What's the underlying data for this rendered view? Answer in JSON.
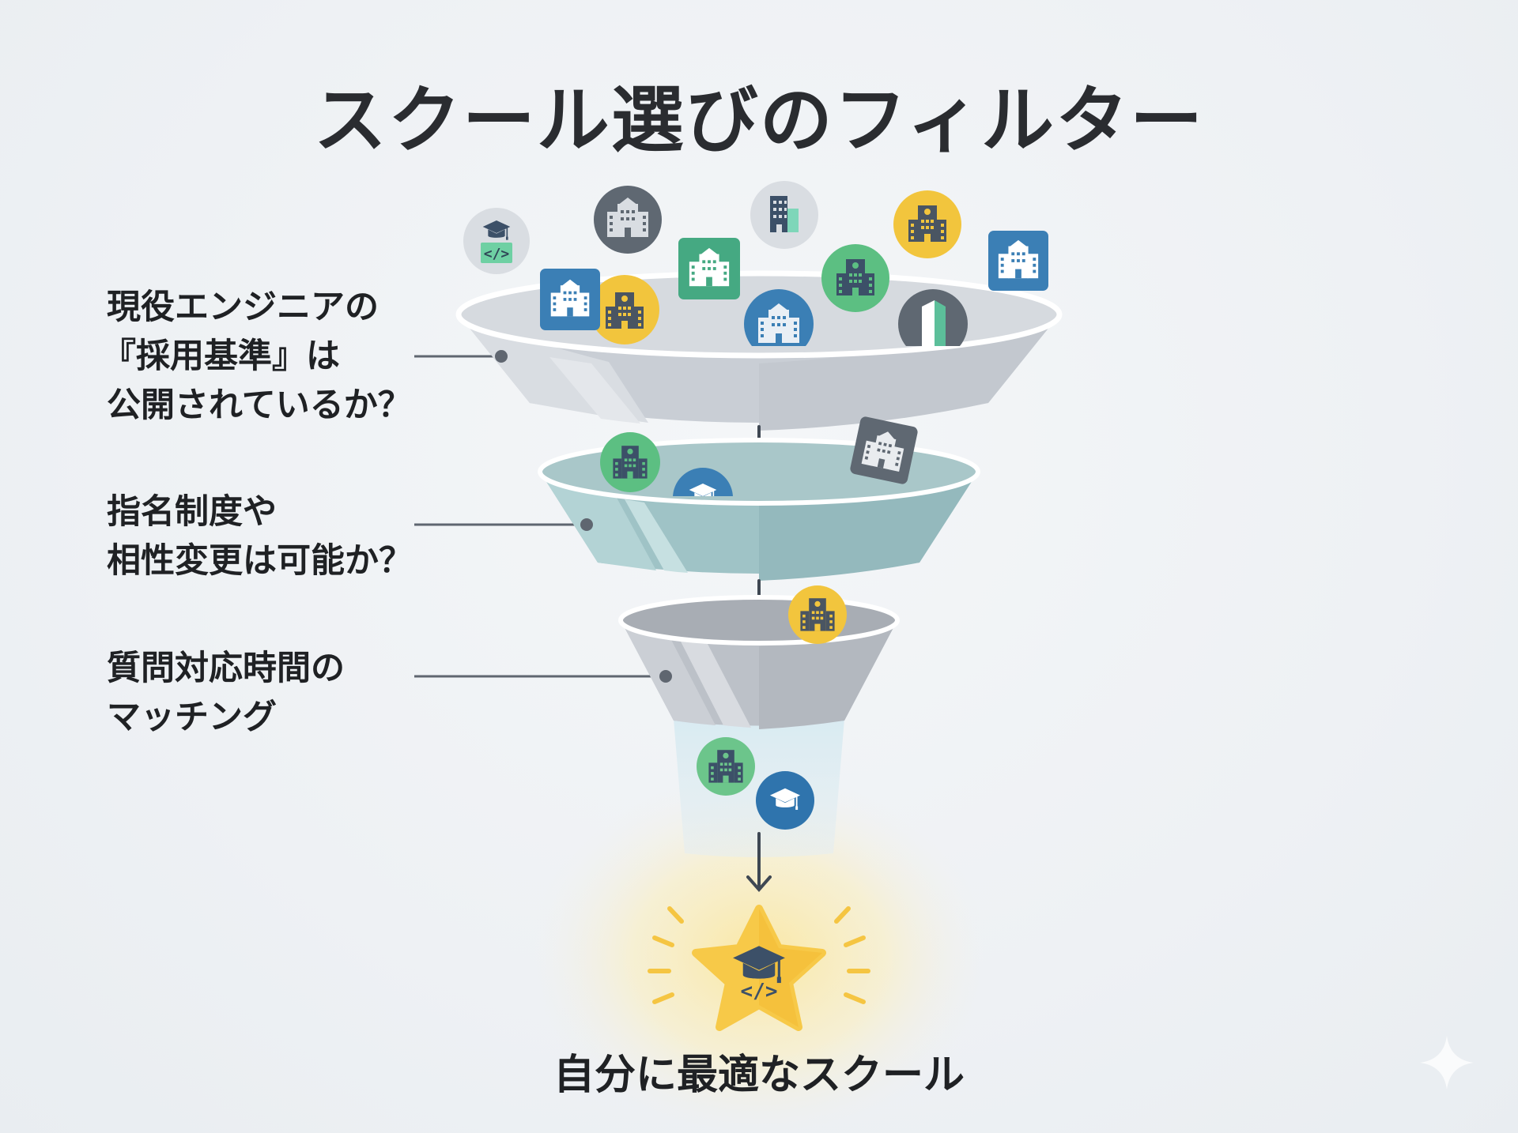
{
  "title": "スクール選びのフィルター",
  "filters": [
    {
      "lines": [
        "現役エンジニアの",
        "『採用基準』は",
        "公開されているか？"
      ],
      "color": "#c9cdd3"
    },
    {
      "lines": [
        "指名制度や",
        "相性変更は可能か？"
      ],
      "color": "#9fc3c6"
    },
    {
      "lines": [
        "質問対応時間の",
        "マッチング"
      ],
      "color": "#b9bec6"
    }
  ],
  "result": {
    "label": "自分に最適なスクール",
    "icon": "star-graduation-code-icon",
    "color": "#f7c948"
  },
  "icons": {
    "school": "school-building-icon",
    "office": "office-building-icon",
    "graduation": "graduation-cap-icon",
    "code": "code-icon"
  },
  "palette": {
    "blue": "#3b7fb5",
    "green": "#5cbf82",
    "teal_green": "#45a982",
    "yellow": "#f2c53d",
    "slate": "#5f6872",
    "light_gray": "#d8dce1",
    "navy": "#3c5068"
  }
}
